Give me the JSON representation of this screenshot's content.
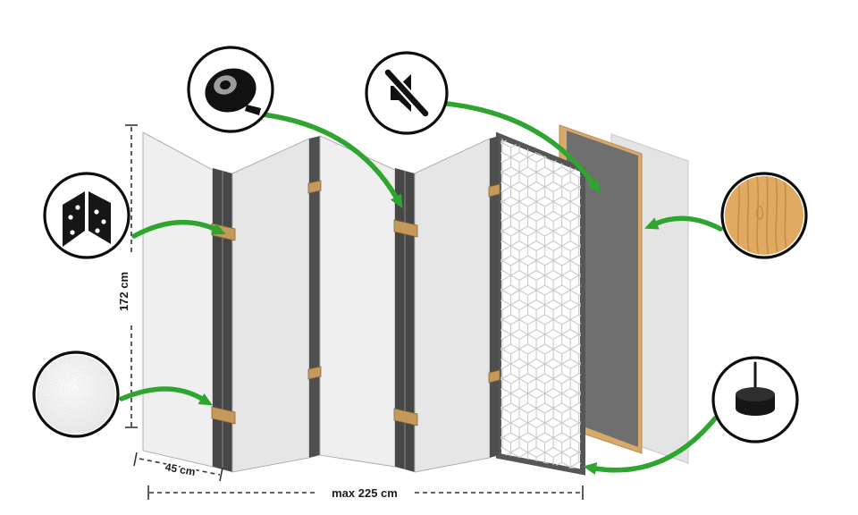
{
  "diagram": {
    "dimension_labels": {
      "height": "172 cm",
      "panel_width": "45 cm",
      "max_total_width": "max 225 cm"
    },
    "panel_count": 5,
    "callouts": [
      {
        "icon": "hinge-icon"
      },
      {
        "icon": "tape-roll-icon"
      },
      {
        "icon": "muted-speaker-icon"
      },
      {
        "icon": "fabric-texture-swatch"
      },
      {
        "icon": "wood-texture-swatch"
      },
      {
        "icon": "pin-foot-icon"
      }
    ],
    "colors": {
      "arrow": "#2ea52e",
      "panel": "#ececec",
      "panel_edge": "#474747",
      "hinge_wood": "#c49a5b",
      "board_wood": "#d8a96b",
      "dark_board": "#6f6f6f",
      "pattern_line": "#c9c9c9",
      "dimension": "#333333",
      "icon": "#111111"
    }
  }
}
